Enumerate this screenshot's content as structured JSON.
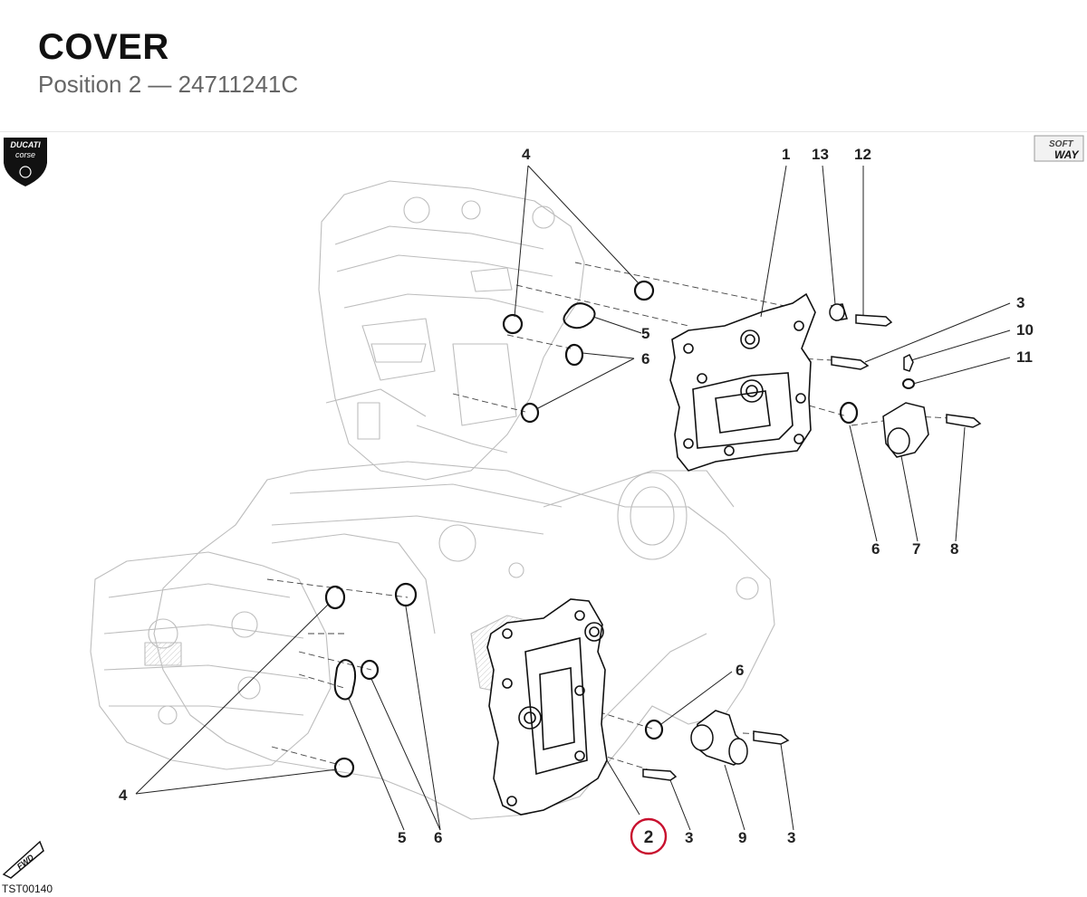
{
  "header": {
    "title": "COVER",
    "subtitle": "Position 2 — 24711241C"
  },
  "diagram": {
    "code": "TST00140",
    "highlight_color": "#c8102e",
    "logos": {
      "brand_top": "DUCATI",
      "brand_bottom": "corse",
      "soft_way_top": "SOFT",
      "soft_way_bottom": "WAY",
      "fwd": "FWD"
    },
    "callouts": [
      {
        "id": "c-4-top",
        "label": "4"
      },
      {
        "id": "c-1",
        "label": "1"
      },
      {
        "id": "c-13",
        "label": "13"
      },
      {
        "id": "c-12",
        "label": "12"
      },
      {
        "id": "c-3-top",
        "label": "3"
      },
      {
        "id": "c-10",
        "label": "10"
      },
      {
        "id": "c-11",
        "label": "11"
      },
      {
        "id": "c-5-top",
        "label": "5"
      },
      {
        "id": "c-6-top",
        "label": "6"
      },
      {
        "id": "c-6-right",
        "label": "6"
      },
      {
        "id": "c-7",
        "label": "7"
      },
      {
        "id": "c-8",
        "label": "8"
      },
      {
        "id": "c-6-mid",
        "label": "6"
      },
      {
        "id": "c-4-bottom",
        "label": "4"
      },
      {
        "id": "c-5-bottom",
        "label": "5"
      },
      {
        "id": "c-6-bottom",
        "label": "6"
      },
      {
        "id": "c-2",
        "label": "2"
      },
      {
        "id": "c-3-bottom-left",
        "label": "3"
      },
      {
        "id": "c-9",
        "label": "9"
      },
      {
        "id": "c-3-bottom-right",
        "label": "3"
      }
    ]
  }
}
